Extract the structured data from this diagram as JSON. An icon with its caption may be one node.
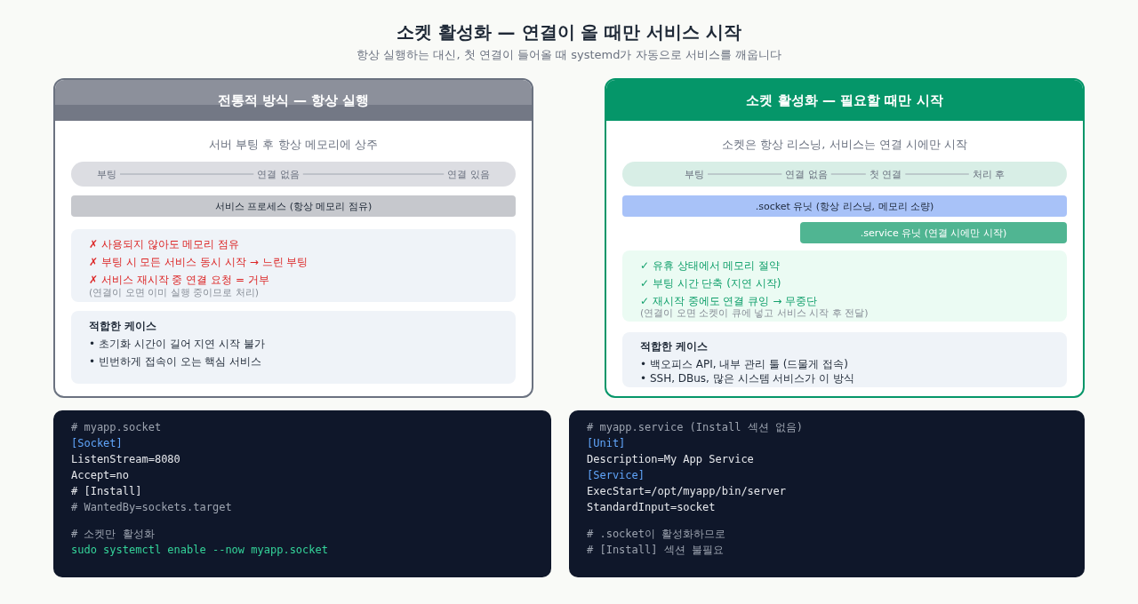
{
  "diagram": {
    "title": "소켓 활성화 — 연결이 올 때만 서비스 시작",
    "nodes": [
      {
        "text": [
          "전통적 방식 — 항상 실행",
          "서버 부팅 후 항상 메모리에 상주"
        ]
      },
      {
        "text": [],
        "shape": "box",
        "in": 0
      },
      {
        "text": [
          "부팅"
        ],
        "in": 1
      },
      {
        "text": [
          "연결 없음"
        ],
        "in": 1
      },
      {
        "text": [
          "연결 있음"
        ],
        "in": 1
      },
      {
        "text": [
          "서비스 프로세스 (항상 메모리 점유)"
        ],
        "in": 0
      },
      {
        "text": [
          "✗ 사용되지 않아도 메모리 점유",
          "✗ 부팅 시 모든 서비스 동시 시작 → 느린 부팅",
          "✗ 서비스 재시작 중 연결 요청 = 거부",
          "(연결이 오면 이미 실행 중이므로 처리)"
        ],
        "in": 0
      },
      {
        "text": [
          "적합한 케이스",
          "• 초기화 시간이 길어 지연 시작 불가",
          "• 빈번하게 접속이 오는 핵심 서비스"
        ],
        "in": 0
      },
      {
        "text": [
          "소켓 활성화 — 필요할 때만 시작",
          "소켓은 항상 리스닝, 서비스는 연결 시에만 시작"
        ]
      },
      {
        "text": [],
        "shape": "box",
        "in": 8
      },
      {
        "text": [
          "부팅"
        ],
        "in": 9
      },
      {
        "text": [
          "연결 없음"
        ],
        "in": 9
      },
      {
        "text": [
          "첫 연결"
        ],
        "in": 9
      },
      {
        "text": [
          "처리 후"
        ],
        "in": 9
      },
      {
        "text": [
          ".socket 유닛 (항상 리스닝, 메모리 소량)"
        ],
        "in": 8
      },
      {
        "text": [
          ".service 유닛 (연결 시에만 시작)"
        ],
        "in": 8
      },
      {
        "text": [
          "✓ 유휴 상태에서 메모리 절약",
          "✓ 부팅 시간 단축 (지연 시작)",
          "✓ 재시작 중에도 연결 큐잉 → 무중단",
          "(연결이 오면 소켓이 큐에 넣고 서비스 시작 후 전달)"
        ],
        "in": 8
      },
      {
        "text": [
          "적합한 케이스",
          "• 백오피스 API, 내부 관리 툴 (드물게 접속)",
          "• SSH, DBus, 많은 시스템 서비스가 이 방식"
        ],
        "in": 8
      },
      {
        "text": [
          "# myapp.socket",
          "[Socket]",
          "ListenStream=8080",
          "Accept=no",
          "# [Install]",
          "# WantedBy=sockets.target",
          "# 소켓만 활성화",
          "sudo systemctl enable --now myapp.socket"
        ]
      },
      {
        "text": [
          "# myapp.service (Install 섹션 없음)",
          "[Unit]",
          "Description=My App Service",
          "[Service]",
          "ExecStart=/opt/myapp/bin/server",
          "StandardInput=socket",
          "# .socket이 활성화하므로",
          "# [Install] 섹션 불필요"
        ]
      }
    ],
    "edges": [
      {
        "from": 2,
        "to": 3,
        "arrow": "none"
      },
      {
        "from": 3,
        "to": 4,
        "arrow": "none"
      },
      {
        "from": 10,
        "to": 11,
        "arrow": "none"
      },
      {
        "from": 11,
        "to": 12,
        "arrow": "none"
      },
      {
        "from": 12,
        "to": 13,
        "arrow": "none"
      }
    ],
    "labels": [
      "항상 실행하는 대신, 첫 연결이 들어올 때 systemd가 자동으로 서비스를 깨웁니다"
    ]
  }
}
